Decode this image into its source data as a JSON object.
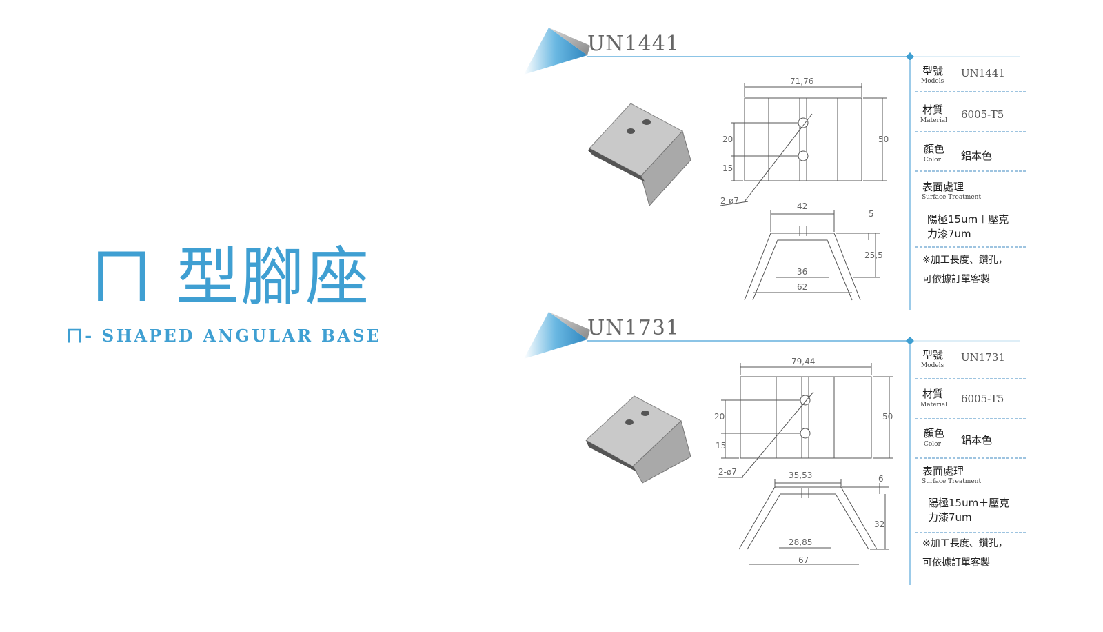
{
  "title": {
    "cn": "ㄇ 型腳座",
    "en": "ㄇ- SHAPED ANGULAR BASE"
  },
  "products": [
    {
      "model": "UN1441",
      "specs": {
        "model_label_cn": "型號",
        "model_label_en": "Models",
        "model_value": "UN1441",
        "material_label_cn": "材質",
        "material_label_en": "Material",
        "material_value": "6005-T5",
        "color_label_cn": "顏色",
        "color_label_en": "Color",
        "color_value": "鋁本色",
        "surface_label_cn": "表面處理",
        "surface_label_en": "Surface Treatment",
        "surface_value_1": "陽極15um＋壓克",
        "surface_value_2": "力漆7um",
        "note_1": "※加工長度、鑽孔，",
        "note_2": "可依據訂單客製"
      },
      "dims": {
        "top_width": "71,76",
        "height": "50",
        "hole_a": "20",
        "hole_b": "15",
        "hole_spec": "2-ø7",
        "top_flat": "42",
        "thickness": "5",
        "depth": "25,5",
        "inner_bottom": "36",
        "outer_bottom": "62"
      }
    },
    {
      "model": "UN1731",
      "specs": {
        "model_label_cn": "型號",
        "model_label_en": "Models",
        "model_value": "UN1731",
        "material_label_cn": "材質",
        "material_label_en": "Material",
        "material_value": "6005-T5",
        "color_label_cn": "顏色",
        "color_label_en": "Color",
        "color_value": "鋁本色",
        "surface_label_cn": "表面處理",
        "surface_label_en": "Surface Treatment",
        "surface_value_1": "陽極15um＋壓克",
        "surface_value_2": "力漆7um",
        "note_1": "※加工長度、鑽孔，",
        "note_2": "可依據訂單客製"
      },
      "dims": {
        "top_width": "79,44",
        "height": "50",
        "hole_a": "20",
        "hole_b": "15",
        "hole_spec": "2-ø7",
        "top_flat": "35,53",
        "thickness": "6",
        "depth": "32",
        "inner_bottom": "28,85",
        "outer_bottom": "67"
      }
    }
  ],
  "colors": {
    "accent": "#3f9fd2",
    "line": "#8cc4e6",
    "divider": "#9bbfd9"
  }
}
